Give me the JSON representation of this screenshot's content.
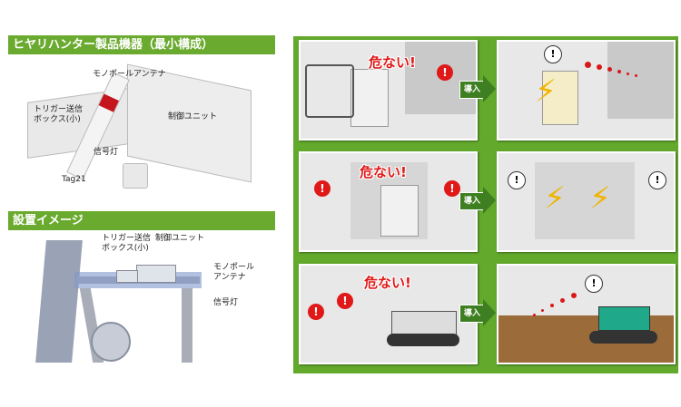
{
  "left": {
    "product_header": "ヒヤリハンター製品機器（最小構成）",
    "product_labels": {
      "antenna": "モノポールアンテナ",
      "trigger_box": "トリガー送信\nボックス(小)",
      "control_unit": "制御ユニット",
      "signal_light": "信号灯",
      "tag": "Tag21"
    },
    "install_header": "設置イメージ",
    "install_labels": {
      "trigger_box": "トリガー送信\nボックス(小)",
      "control_unit": "制御ユニット",
      "antenna": "モノポール\nアンテナ",
      "signal_light": "信号灯"
    }
  },
  "right": {
    "danger_text": "危ない!",
    "arrow_label": "導入",
    "exclamation": "!",
    "colors": {
      "green": "#62a92c",
      "arrow": "#3e7f22",
      "alert": "#e01818",
      "bolt": "#f0b400"
    }
  }
}
